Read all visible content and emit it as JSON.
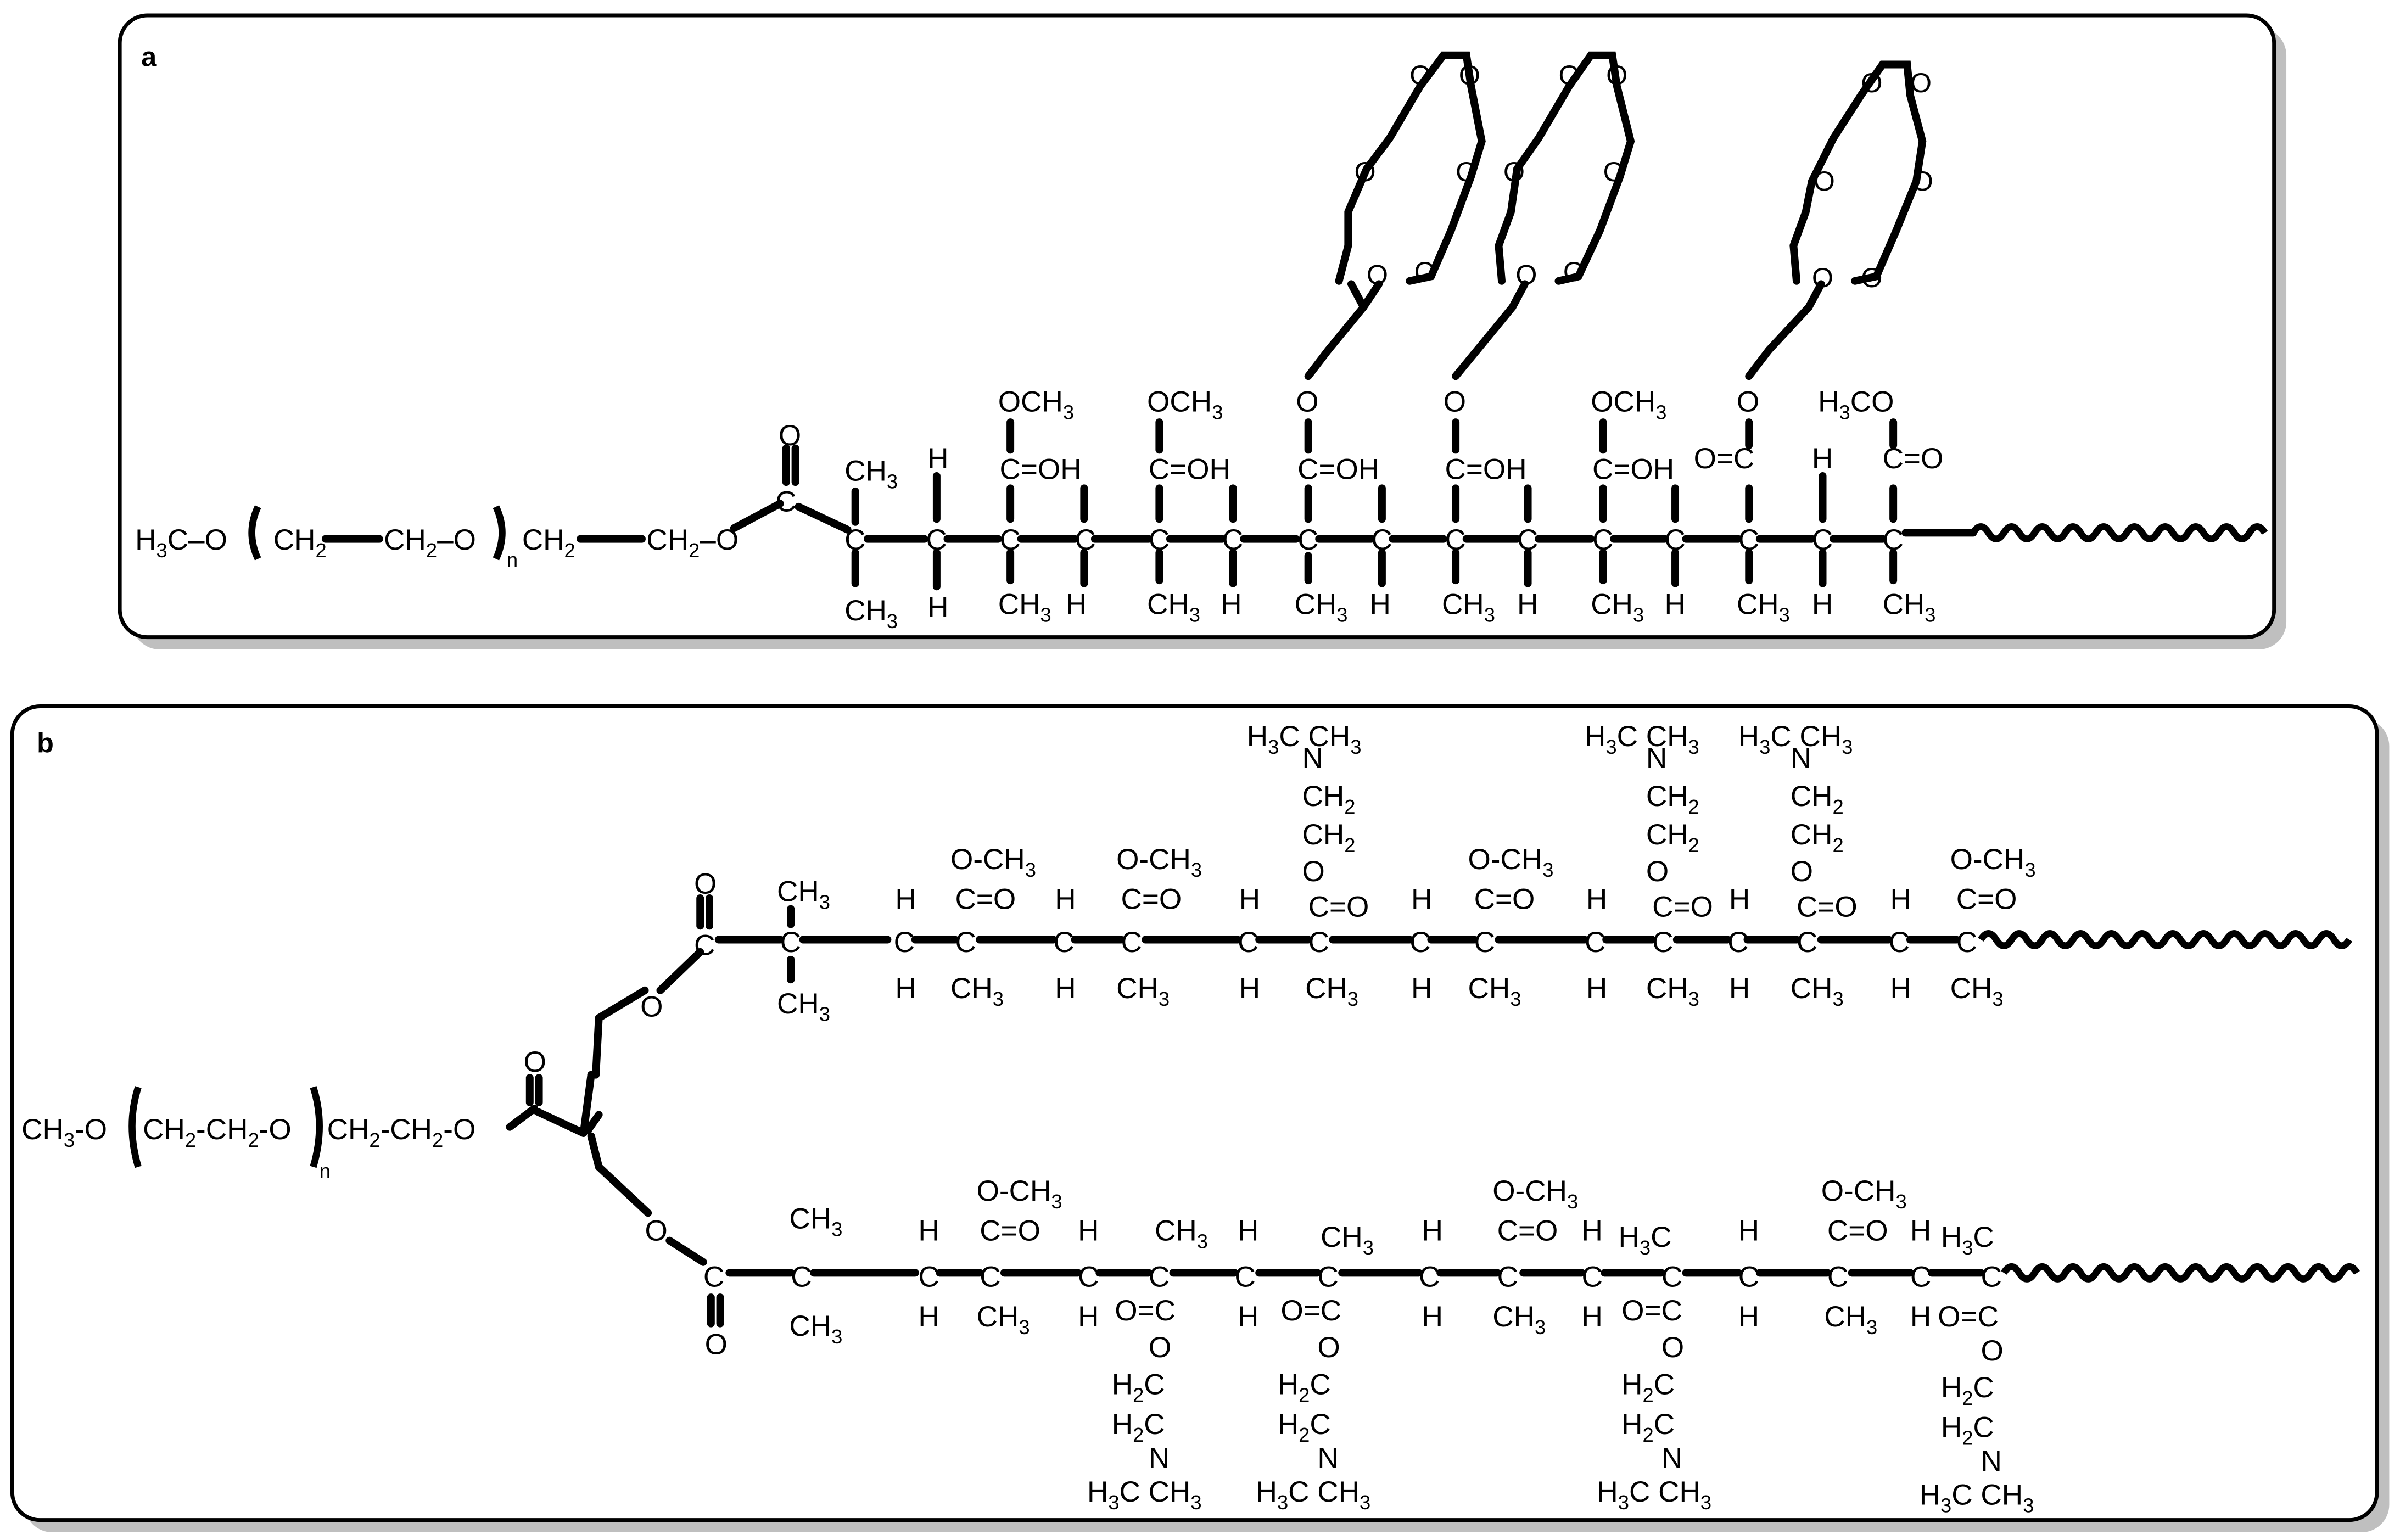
{
  "panels": [
    {
      "id": "a",
      "label": "a"
    },
    {
      "id": "b",
      "label": "b"
    }
  ],
  "text": {
    "H3CO": "H3C–O",
    "CH2": "CH2",
    "O": "O",
    "n": "n",
    "C": "C",
    "H": "H",
    "CH3": "CH3",
    "OCH3": "OCH3",
    "COH": "C=OH",
    "COO": "C=O",
    "H3COh": "H3CO",
    "CH3O": "CH3-O",
    "OCH3b": "O-CH3",
    "H3C": "H3C",
    "N": "N",
    "H2C": "H2C"
  },
  "colors": {
    "ink": "#000000",
    "panel_fill": "#ffffff",
    "shadow": "#bfbfbf"
  }
}
